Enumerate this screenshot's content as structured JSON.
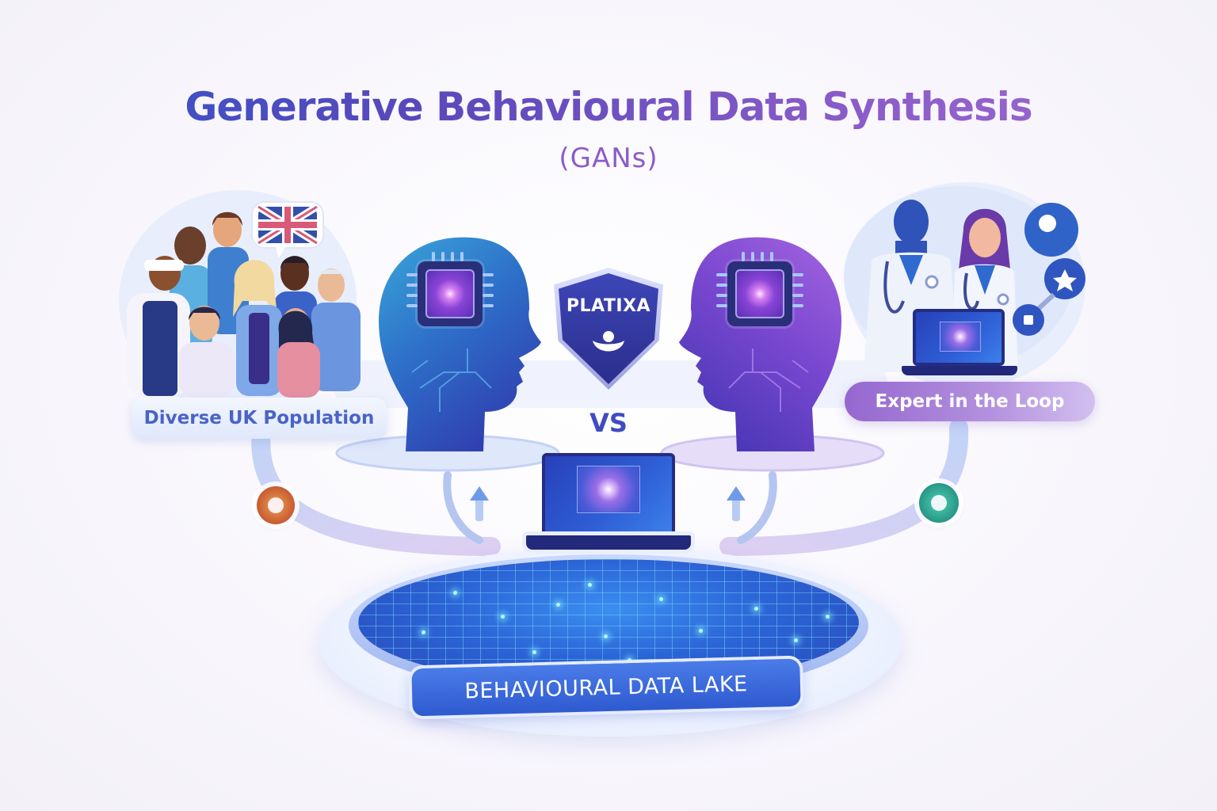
{
  "title": "Generative Behavioural Data Synthesis",
  "subtitle": "(GANs)",
  "left_panel": {
    "label": "Diverse UK Population",
    "flag_icon": "uk-flag-speech-bubble"
  },
  "right_panel": {
    "label": "Expert in the Loop",
    "icons": [
      "doctor-figure",
      "doctor-figure",
      "laptop",
      "chat-bubble-icon",
      "star-badge-icon",
      "feedback-bubble-icon"
    ]
  },
  "center": {
    "shield_text": "PLATIXA",
    "versus_text": "VS",
    "generator_head": "ai-head-generator",
    "discriminator_head": "ai-head-discriminator"
  },
  "data_lake": {
    "label": "BEHAVIOURAL DATA LAKE"
  },
  "colors": {
    "title_start": "#2f55c9",
    "title_end": "#a06ad2",
    "left_head": "#2f7fd0",
    "right_head": "#7a4ad0",
    "node_left": "#d06a3a",
    "node_right": "#2fa88e",
    "lake": "#2c64d6"
  }
}
